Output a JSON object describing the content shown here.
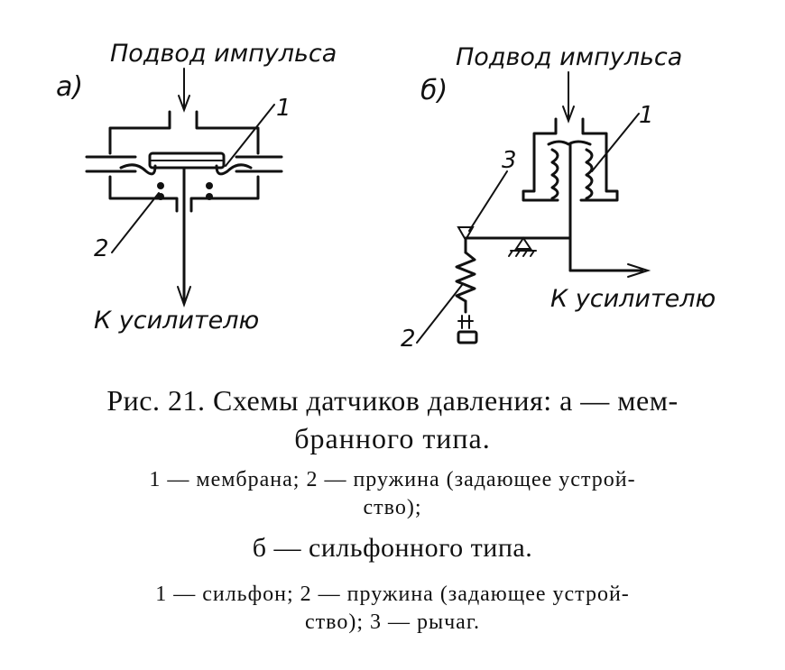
{
  "diagram_a": {
    "panel_label": "а)",
    "input_label": "Подвод импульса",
    "output_label": "К усилителю",
    "callouts": [
      "1",
      "2"
    ]
  },
  "diagram_b": {
    "panel_label": "б)",
    "input_label": "Подвод импульса",
    "output_label": "К усилителю",
    "callouts": [
      "1",
      "2",
      "3"
    ]
  },
  "caption": {
    "title_line1": "Рис. 21. Схемы датчиков давления: а — мем-",
    "title_line2": "бранного типа.",
    "a_legend_line1": "1 — мембрана; 2 — пружина (задающее устрой-",
    "a_legend_line2": "ство);",
    "b_title": "б — сильфонного типа.",
    "b_legend_line1": "1 — сильфон; 2 — пружина (задающее устрой-",
    "b_legend_line2": "ство); 3 — рычаг."
  }
}
